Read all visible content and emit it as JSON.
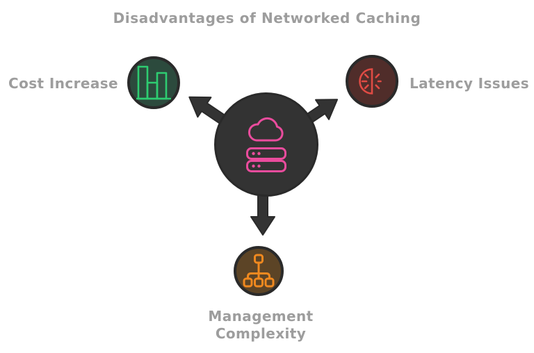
{
  "diagram": {
    "title": "Disadvantages of Networked Caching",
    "center": {
      "icons": [
        "cloud-icon",
        "server-stack-icon"
      ]
    },
    "nodes": [
      {
        "id": "cost-increase",
        "label": "Cost Increase",
        "icon": "bar-chart-icon",
        "accent": "#2ecc71",
        "position": "left"
      },
      {
        "id": "latency-issues",
        "label": "Latency Issues",
        "icon": "half-clock-icon",
        "accent": "#e04b44",
        "position": "right"
      },
      {
        "id": "management-complexity",
        "label": "Management\nComplexity",
        "icon": "hierarchy-icon",
        "accent": "#f0891f",
        "position": "bottom"
      }
    ]
  },
  "colors": {
    "background": "#ffffff",
    "text": "#9d9d9d",
    "dark": "#333333",
    "rim": "#2a2a2a",
    "pink": "#ea4c9d",
    "green": "#2ecc71",
    "green-fill": "#2c4a3d",
    "red": "#e04b44",
    "red-fill": "#502d2a",
    "orange": "#f0891f",
    "orange-fill": "#5c4426"
  }
}
